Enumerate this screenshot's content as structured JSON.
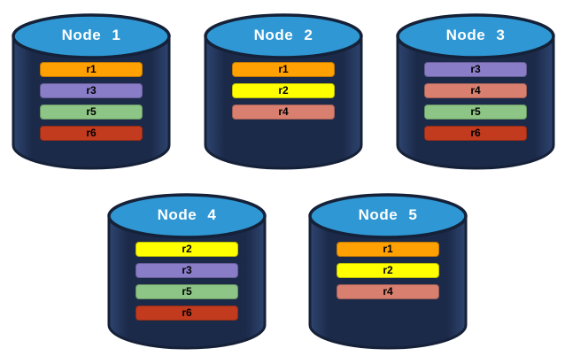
{
  "diagram": {
    "background": "#FFFFFF",
    "colors": {
      "cylinder_body": "#1C2A4A",
      "cylinder_body_edge": "#2E4570",
      "cylinder_outline": "#152138",
      "cylinder_top": "#2F97D3",
      "title_text": "#FFFFFF",
      "bar_text": "#000000"
    },
    "replica_colors": {
      "r1": "#FFA003",
      "r2": "#FFFF00",
      "r3": "#8A7DC8",
      "r4": "#D87F70",
      "r5": "#8CC585",
      "r6": "#C23B1E"
    },
    "nodes": [
      {
        "label": "Node 1",
        "replicas": [
          "r1",
          "r3",
          "r5",
          "r6"
        ]
      },
      {
        "label": "Node 2",
        "replicas": [
          "r1",
          "r2",
          "r4"
        ]
      },
      {
        "label": "Node 3",
        "replicas": [
          "r3",
          "r4",
          "r5",
          "r6"
        ]
      },
      {
        "label": "Node 4",
        "replicas": [
          "r2",
          "r3",
          "r5",
          "r6"
        ]
      },
      {
        "label": "Node 5",
        "replicas": [
          "r1",
          "r2",
          "r4"
        ]
      }
    ]
  }
}
